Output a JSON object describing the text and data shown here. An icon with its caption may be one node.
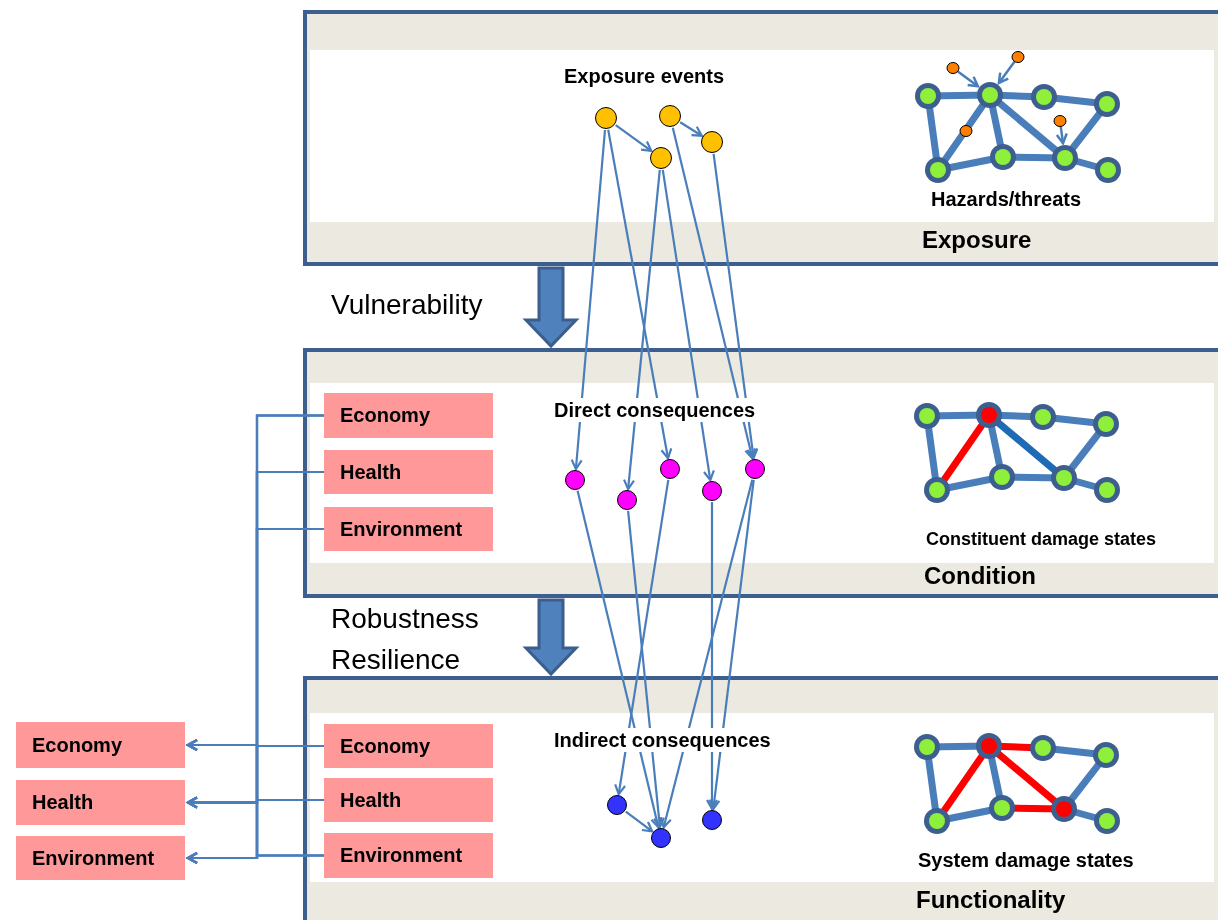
{
  "diagram": {
    "nodes": [
      {
        "text": [
          "Exposure"
        ]
      },
      {
        "text": [
          "Condition"
        ]
      },
      {
        "text": [
          "Functionality"
        ]
      },
      {
        "text": [],
        "shape": "circle",
        "in": 0
      },
      {
        "text": [],
        "shape": "circle",
        "in": 0
      },
      {
        "text": [],
        "shape": "circle",
        "in": 0
      },
      {
        "text": [],
        "shape": "circle",
        "in": 0
      },
      {
        "text": [],
        "shape": "circle",
        "in": 1
      },
      {
        "text": [],
        "shape": "circle",
        "in": 1
      },
      {
        "text": [],
        "shape": "circle",
        "in": 1
      },
      {
        "text": [],
        "shape": "circle",
        "in": 1
      },
      {
        "text": [],
        "shape": "circle",
        "in": 1
      },
      {
        "text": [],
        "shape": "circle",
        "in": 2
      },
      {
        "text": [],
        "shape": "circle",
        "in": 2
      },
      {
        "text": [],
        "shape": "circle",
        "in": 2
      },
      {
        "text": [
          "Economy"
        ],
        "in": 1
      },
      {
        "text": [
          "Health"
        ],
        "in": 1
      },
      {
        "text": [
          "Environment"
        ],
        "in": 1
      },
      {
        "text": [
          "Economy"
        ],
        "in": 2
      },
      {
        "text": [
          "Health"
        ],
        "in": 2
      },
      {
        "text": [
          "Environment"
        ],
        "in": 2
      },
      {
        "text": [
          "Economy"
        ]
      },
      {
        "text": [
          "Health"
        ]
      },
      {
        "text": [
          "Environment"
        ]
      }
    ],
    "edges": [
      {
        "from": 0,
        "to": 1,
        "arrow": "to",
        "style": "thick"
      },
      {
        "from": 1,
        "to": 2,
        "arrow": "to",
        "style": "thick"
      },
      {
        "from": 3,
        "to": 4,
        "arrow": "to"
      },
      {
        "from": 5,
        "to": 6,
        "arrow": "to"
      },
      {
        "from": 3,
        "to": 7,
        "arrow": "to"
      },
      {
        "from": 3,
        "to": 9,
        "arrow": "to"
      },
      {
        "from": 4,
        "to": 8,
        "arrow": "to"
      },
      {
        "from": 4,
        "to": 10,
        "arrow": "to"
      },
      {
        "from": 5,
        "to": 11,
        "arrow": "to"
      },
      {
        "from": 6,
        "to": 11,
        "arrow": "to"
      },
      {
        "from": 7,
        "to": 13,
        "arrow": "to"
      },
      {
        "from": 8,
        "to": 13,
        "arrow": "to"
      },
      {
        "from": 9,
        "to": 12,
        "arrow": "to"
      },
      {
        "from": 10,
        "to": 14,
        "arrow": "to"
      },
      {
        "from": 11,
        "to": 13,
        "arrow": "to"
      },
      {
        "from": 11,
        "to": 14,
        "arrow": "to"
      },
      {
        "from": 12,
        "to": 13,
        "arrow": "to"
      },
      {
        "from": 15,
        "to": 21,
        "arrow": "to"
      },
      {
        "from": 15,
        "to": 22,
        "arrow": "to"
      },
      {
        "from": 15,
        "to": 23,
        "arrow": "to"
      },
      {
        "from": 16,
        "to": 21,
        "arrow": "to"
      },
      {
        "from": 16,
        "to": 22,
        "arrow": "to"
      },
      {
        "from": 16,
        "to": 23,
        "arrow": "to"
      },
      {
        "from": 17,
        "to": 21,
        "arrow": "to"
      },
      {
        "from": 17,
        "to": 22,
        "arrow": "to"
      },
      {
        "from": 17,
        "to": 23,
        "arrow": "to"
      },
      {
        "from": 18,
        "to": 21,
        "arrow": "to"
      },
      {
        "from": 18,
        "to": 22,
        "arrow": "to"
      },
      {
        "from": 18,
        "to": 23,
        "arrow": "to"
      },
      {
        "from": 19,
        "to": 21,
        "arrow": "to"
      },
      {
        "from": 19,
        "to": 22,
        "arrow": "to"
      },
      {
        "from": 19,
        "to": 23,
        "arrow": "to"
      },
      {
        "from": 20,
        "to": 21,
        "arrow": "to"
      },
      {
        "from": 20,
        "to": 22,
        "arrow": "to"
      },
      {
        "from": 20,
        "to": 23,
        "arrow": "to"
      }
    ],
    "labels": [
      "Exposure events",
      "Hazards/threats",
      "Vulnerability",
      "Direct consequences",
      "Constituent damage states",
      "Robustness Resilience",
      "Indirect consequences",
      "System damage states"
    ]
  }
}
